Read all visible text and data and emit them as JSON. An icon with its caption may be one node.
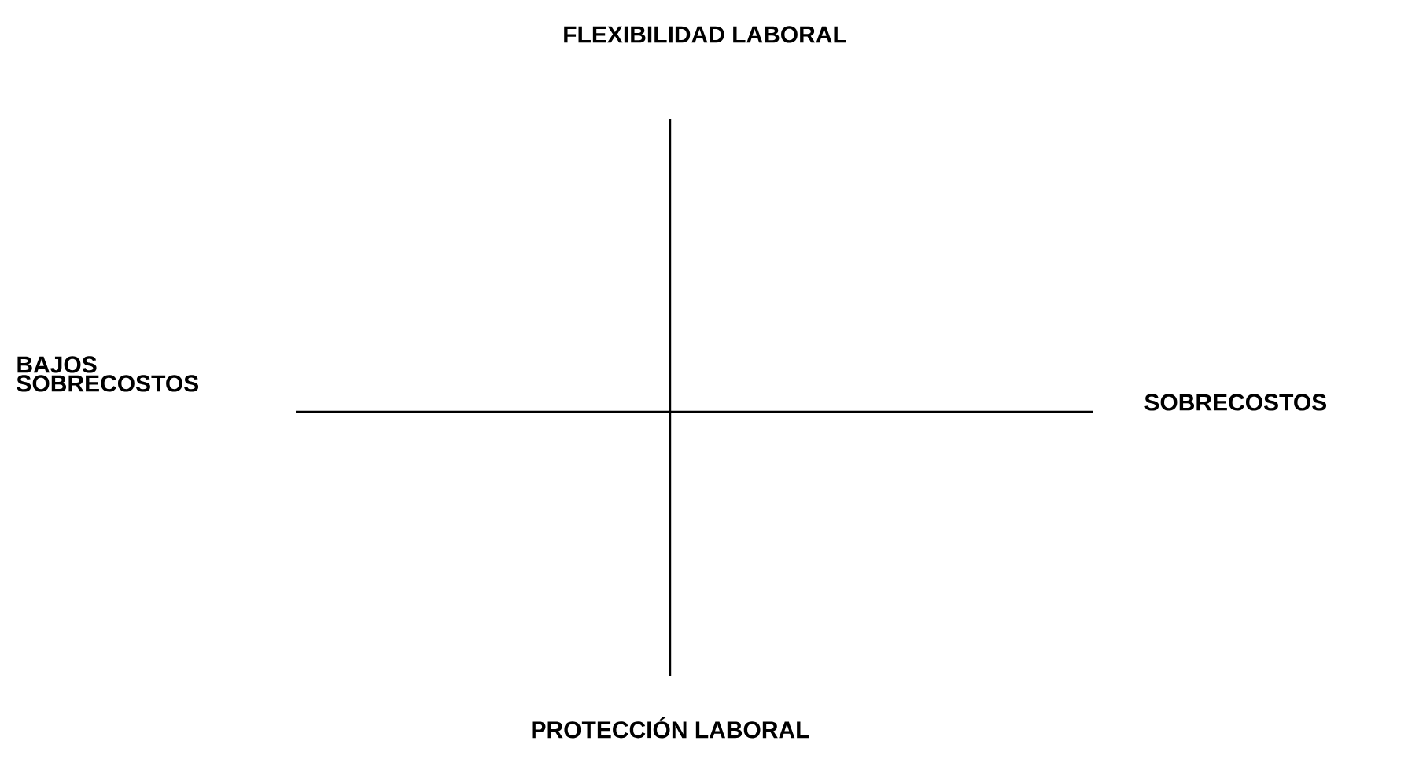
{
  "diagram": {
    "labels": [
      "FLEXIBILIDAD LABORAL",
      "BAJOS SOBRECOSTOS",
      "SOBRECOSTOS",
      "PROTECCIÓN LABORAL"
    ]
  }
}
